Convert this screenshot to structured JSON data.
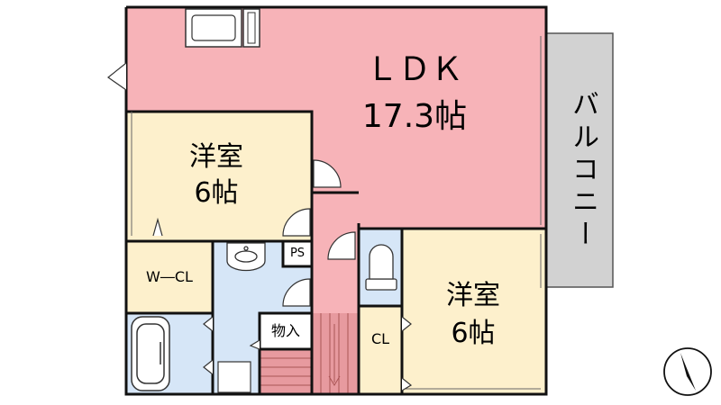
{
  "rooms": {
    "ldk": {
      "name": "ＬＤＫ",
      "size": "17.3帖"
    },
    "western_room_1": {
      "name": "洋室",
      "size": "6帖"
    },
    "western_room_2": {
      "name": "洋室",
      "size": "6帖"
    },
    "walk_in_closet": {
      "name": "W―CL"
    },
    "ps": {
      "name": "PS"
    },
    "storage": {
      "name": "物入"
    },
    "closet": {
      "name": "CL"
    },
    "balcony": {
      "name": "バルコニー"
    }
  },
  "colors": {
    "ldk": "#f7b3b8",
    "western": "#fdf0cc",
    "wet_area": "#d6e6f7",
    "balcony": "#d2d2d2",
    "stairs": "#e79a9f",
    "wall": "#111111"
  },
  "icons": [
    "north-arrow-icon",
    "toilet-icon",
    "bathtub-icon",
    "washbasin-icon",
    "kitchen-sink-icon"
  ]
}
